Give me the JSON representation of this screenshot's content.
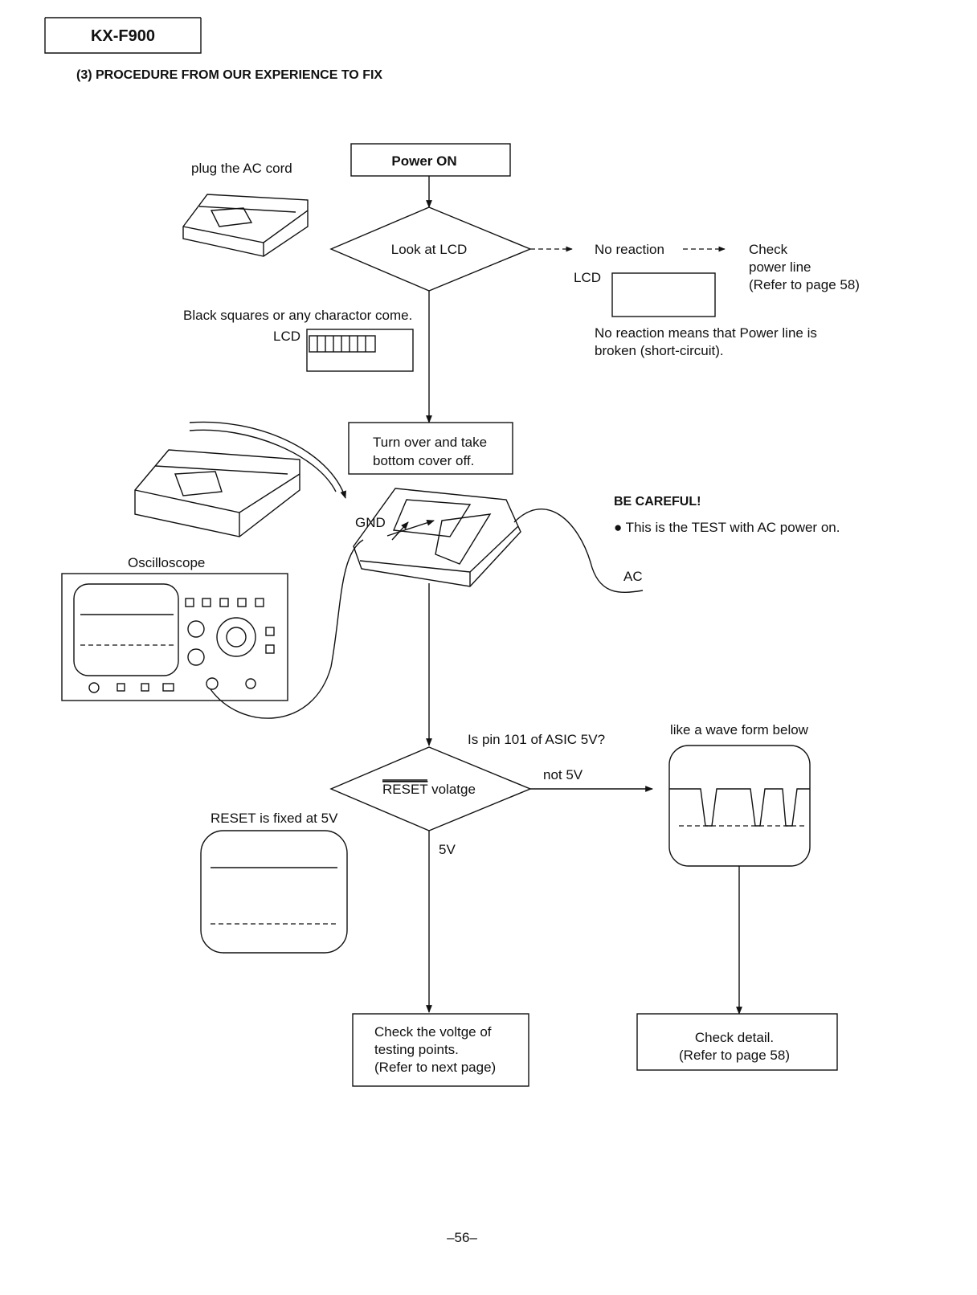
{
  "header": {
    "model": "KX-F900",
    "section_title": "(3)  PROCEDURE FROM OUR EXPERIENCE TO FIX"
  },
  "flow": {
    "power_on": "Power ON",
    "plug_label": "plug the AC cord",
    "look_lcd": "Look at LCD",
    "no_reaction": "No reaction",
    "check_power_line_1": "Check",
    "check_power_line_2": "power line",
    "check_power_line_3": "(Refer to page 58)",
    "lcd_label_right": "LCD",
    "no_reaction_note_1": "No reaction means that Power line is",
    "no_reaction_note_2": "broken (short-circuit).",
    "black_squares": "Black squares or any charactor come.",
    "lcd_label_left": "LCD",
    "turn_over_1": "Turn over and take",
    "turn_over_2": "bottom cover off.",
    "be_careful": "BE CAREFUL!",
    "careful_note": "● This is the TEST with AC power on.",
    "gnd": "GND",
    "ac": "AC",
    "oscilloscope": "Oscilloscope",
    "pin_question": "Is pin 101 of ASIC 5V?",
    "reset_overline": "RESET",
    "reset_rest": " volatge",
    "not_5v": "not 5V",
    "five_v": "5V",
    "wave_form": "like a wave form below",
    "reset_fixed": "RESET is fixed at 5V",
    "check_voltage_1": "Check the voltge of",
    "check_voltage_2": "testing points.",
    "check_voltage_3": "(Refer to next page)",
    "check_detail_1": "Check detail.",
    "check_detail_2": "(Refer to page 58)"
  },
  "footer": {
    "page_number": "–56–"
  }
}
